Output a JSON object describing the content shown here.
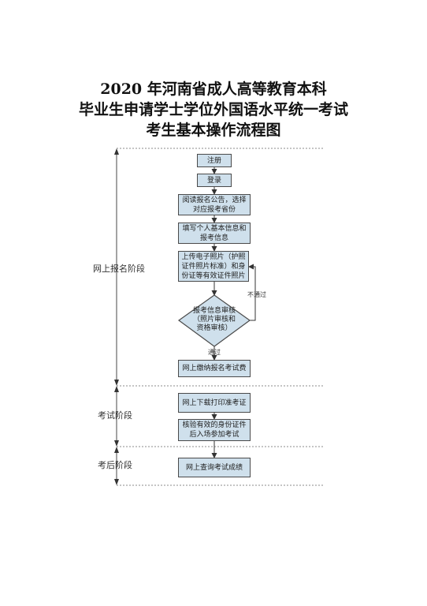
{
  "title": {
    "line1": "2020 年河南省成人高等教育本科",
    "line2": "毕业生申请学士学位外国语水平统一考试",
    "line3": "考生基本操作流程图"
  },
  "phases": {
    "online": "网上报名阶段",
    "exam": "考试阶段",
    "post": "考后阶段"
  },
  "steps": {
    "register": "注册",
    "login": "登录",
    "read_notice": "阅读报名公告，选择对应报考省份",
    "fill_info": "填写个人基本信息和报考信息",
    "upload_photo": "上传电子照片（护照证件照片标准）和身份证等有效证件照片",
    "review": "报考信息审核（照片审核和资格审核）",
    "pay_fee": "网上缴纳报名考试费",
    "download_ticket": "网上下载打印准考证",
    "verify_id": "核验有效的身份证件后入场参加考试",
    "check_score": "网上查询考试成绩"
  },
  "edges": {
    "fail": "不通过",
    "pass": "通过"
  },
  "colors": {
    "box_fill": "#cfe0ec",
    "box_border": "#4a4a4a"
  }
}
